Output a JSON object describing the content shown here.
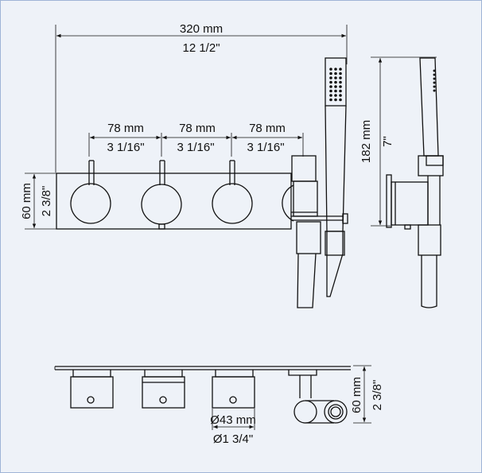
{
  "dimensions": {
    "width_mm": "320 mm",
    "width_in": "12 1/2\"",
    "spacing_mm": "78 mm",
    "spacing_in": "3 1/16\"",
    "plate_height_mm": "60 mm",
    "plate_height_in": "2 3/8\"",
    "height_mm": "182 mm",
    "height_in": "7\"",
    "depth_mm": "60 mm",
    "depth_in": "2 3/8\"",
    "knob_diameter_mm": "Ø43 mm",
    "knob_diameter_in": "Ø1 3/4\""
  },
  "colors": {
    "line": "#111111",
    "background": "#eef2f8",
    "border": "#9fb4d6"
  }
}
